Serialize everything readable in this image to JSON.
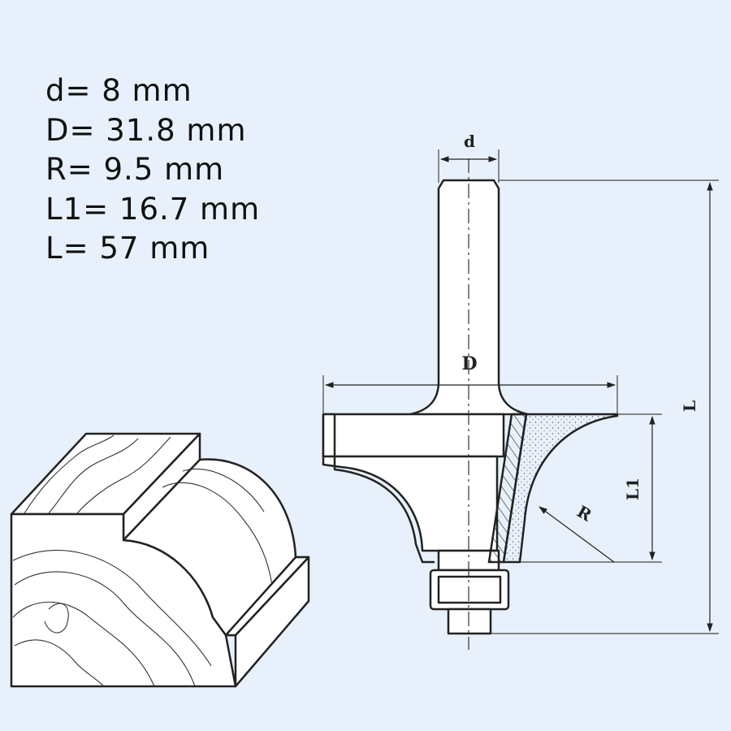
{
  "specs": [
    {
      "text": "d= 8 mm"
    },
    {
      "text": "D= 31.8 mm"
    },
    {
      "text": "R= 9.5 mm"
    },
    {
      "text": "L1= 16.7 mm"
    },
    {
      "text": "L= 57 mm"
    }
  ],
  "dimension_labels": {
    "shank_diameter": "d",
    "cutter_diameter": "D",
    "overall_length": "L",
    "cutting_length": "L1",
    "radius": "R"
  },
  "colors": {
    "background": "#e8f1fb",
    "line": "#222222",
    "tool_fill": "#ffffff",
    "dim_line": "#555555"
  }
}
